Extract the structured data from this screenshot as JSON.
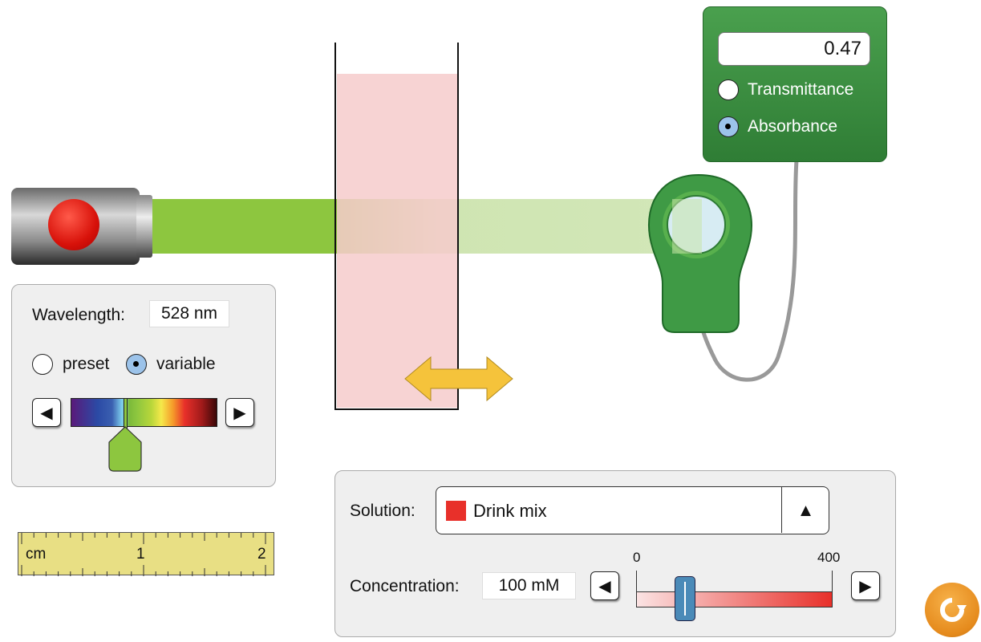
{
  "meter": {
    "value": "0.47",
    "options": [
      {
        "label": "Transmittance",
        "selected": false
      },
      {
        "label": "Absorbance",
        "selected": true
      }
    ]
  },
  "wavelength": {
    "label": "Wavelength:",
    "value": "528 nm",
    "modes": [
      {
        "label": "preset",
        "selected": false
      },
      {
        "label": "variable",
        "selected": true
      }
    ],
    "nm": 528
  },
  "ruler": {
    "unit": "cm",
    "ticks": [
      "1",
      "2"
    ]
  },
  "solution": {
    "label": "Solution:",
    "selected": "Drink mix",
    "swatch_color": "#e8302a"
  },
  "concentration": {
    "label": "Concentration:",
    "value": "100 mM",
    "min_label": "0",
    "max_label": "400",
    "fraction": 0.25
  },
  "colors": {
    "beam": "#8dc63f",
    "meter_green": "#3d8b40",
    "liquid": "#f6cbcb"
  }
}
